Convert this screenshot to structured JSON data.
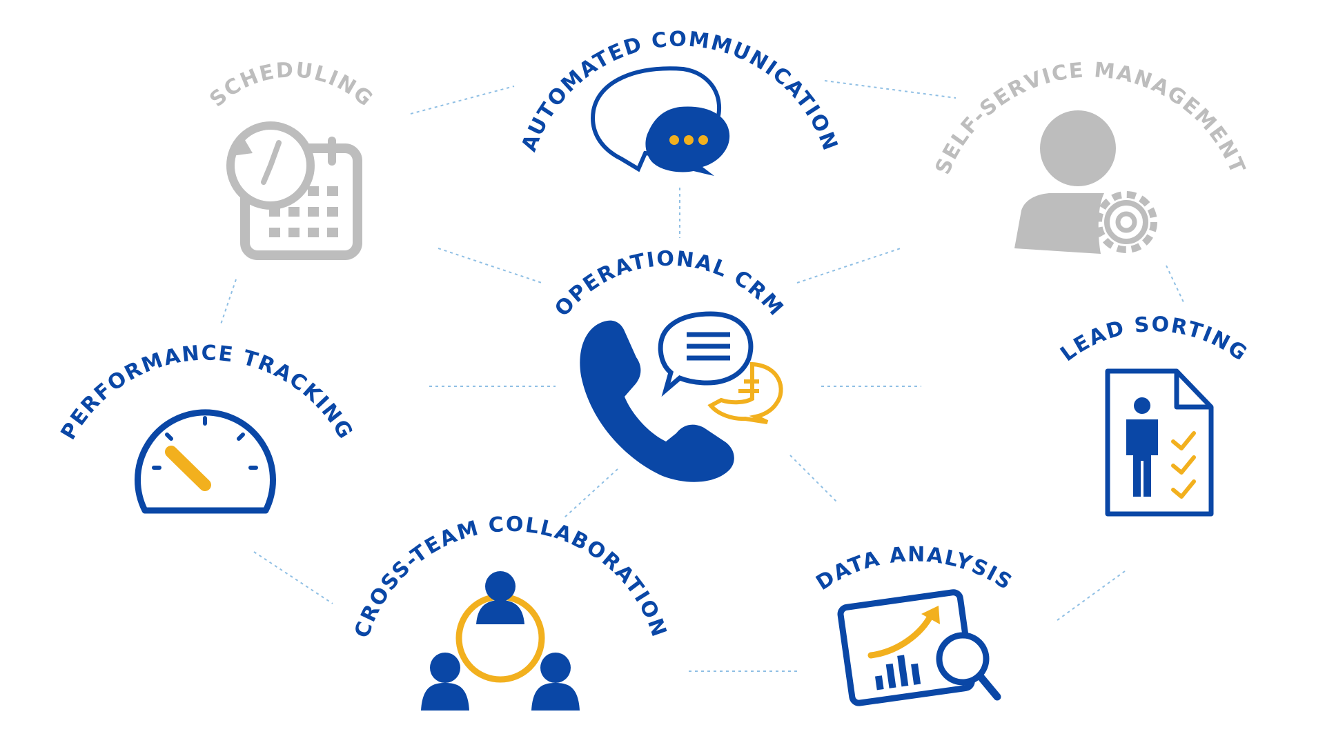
{
  "colors": {
    "blue": "#0a47a6",
    "gold": "#f2b01e",
    "gray": "#bdbdbd",
    "connector": "#8fbfe4"
  },
  "center": {
    "label": "OPERATIONAL CRM",
    "icon": "phone-chat-icon"
  },
  "nodes": {
    "scheduling": {
      "label": "SCHEDULING",
      "icon": "clock-calendar-icon",
      "state": "inactive"
    },
    "automated_communication": {
      "label": "AUTOMATED COMMUNICATION",
      "icon": "chat-bubbles-icon",
      "state": "active"
    },
    "self_service": {
      "label": "SELF-SERVICE MANAGEMENT",
      "icon": "user-gear-icon",
      "state": "inactive"
    },
    "performance_tracking": {
      "label": "PERFORMANCE TRACKING",
      "icon": "speedometer-icon",
      "state": "active"
    },
    "lead_sorting": {
      "label": "LEAD SORTING",
      "icon": "profile-checklist-icon",
      "state": "active"
    },
    "cross_team": {
      "label": "CROSS-TEAM COLLABORATION",
      "icon": "team-cycle-icon",
      "state": "active"
    },
    "data_analysis": {
      "label": "DATA ANALYSIS",
      "icon": "chart-magnifier-icon",
      "state": "active"
    }
  }
}
